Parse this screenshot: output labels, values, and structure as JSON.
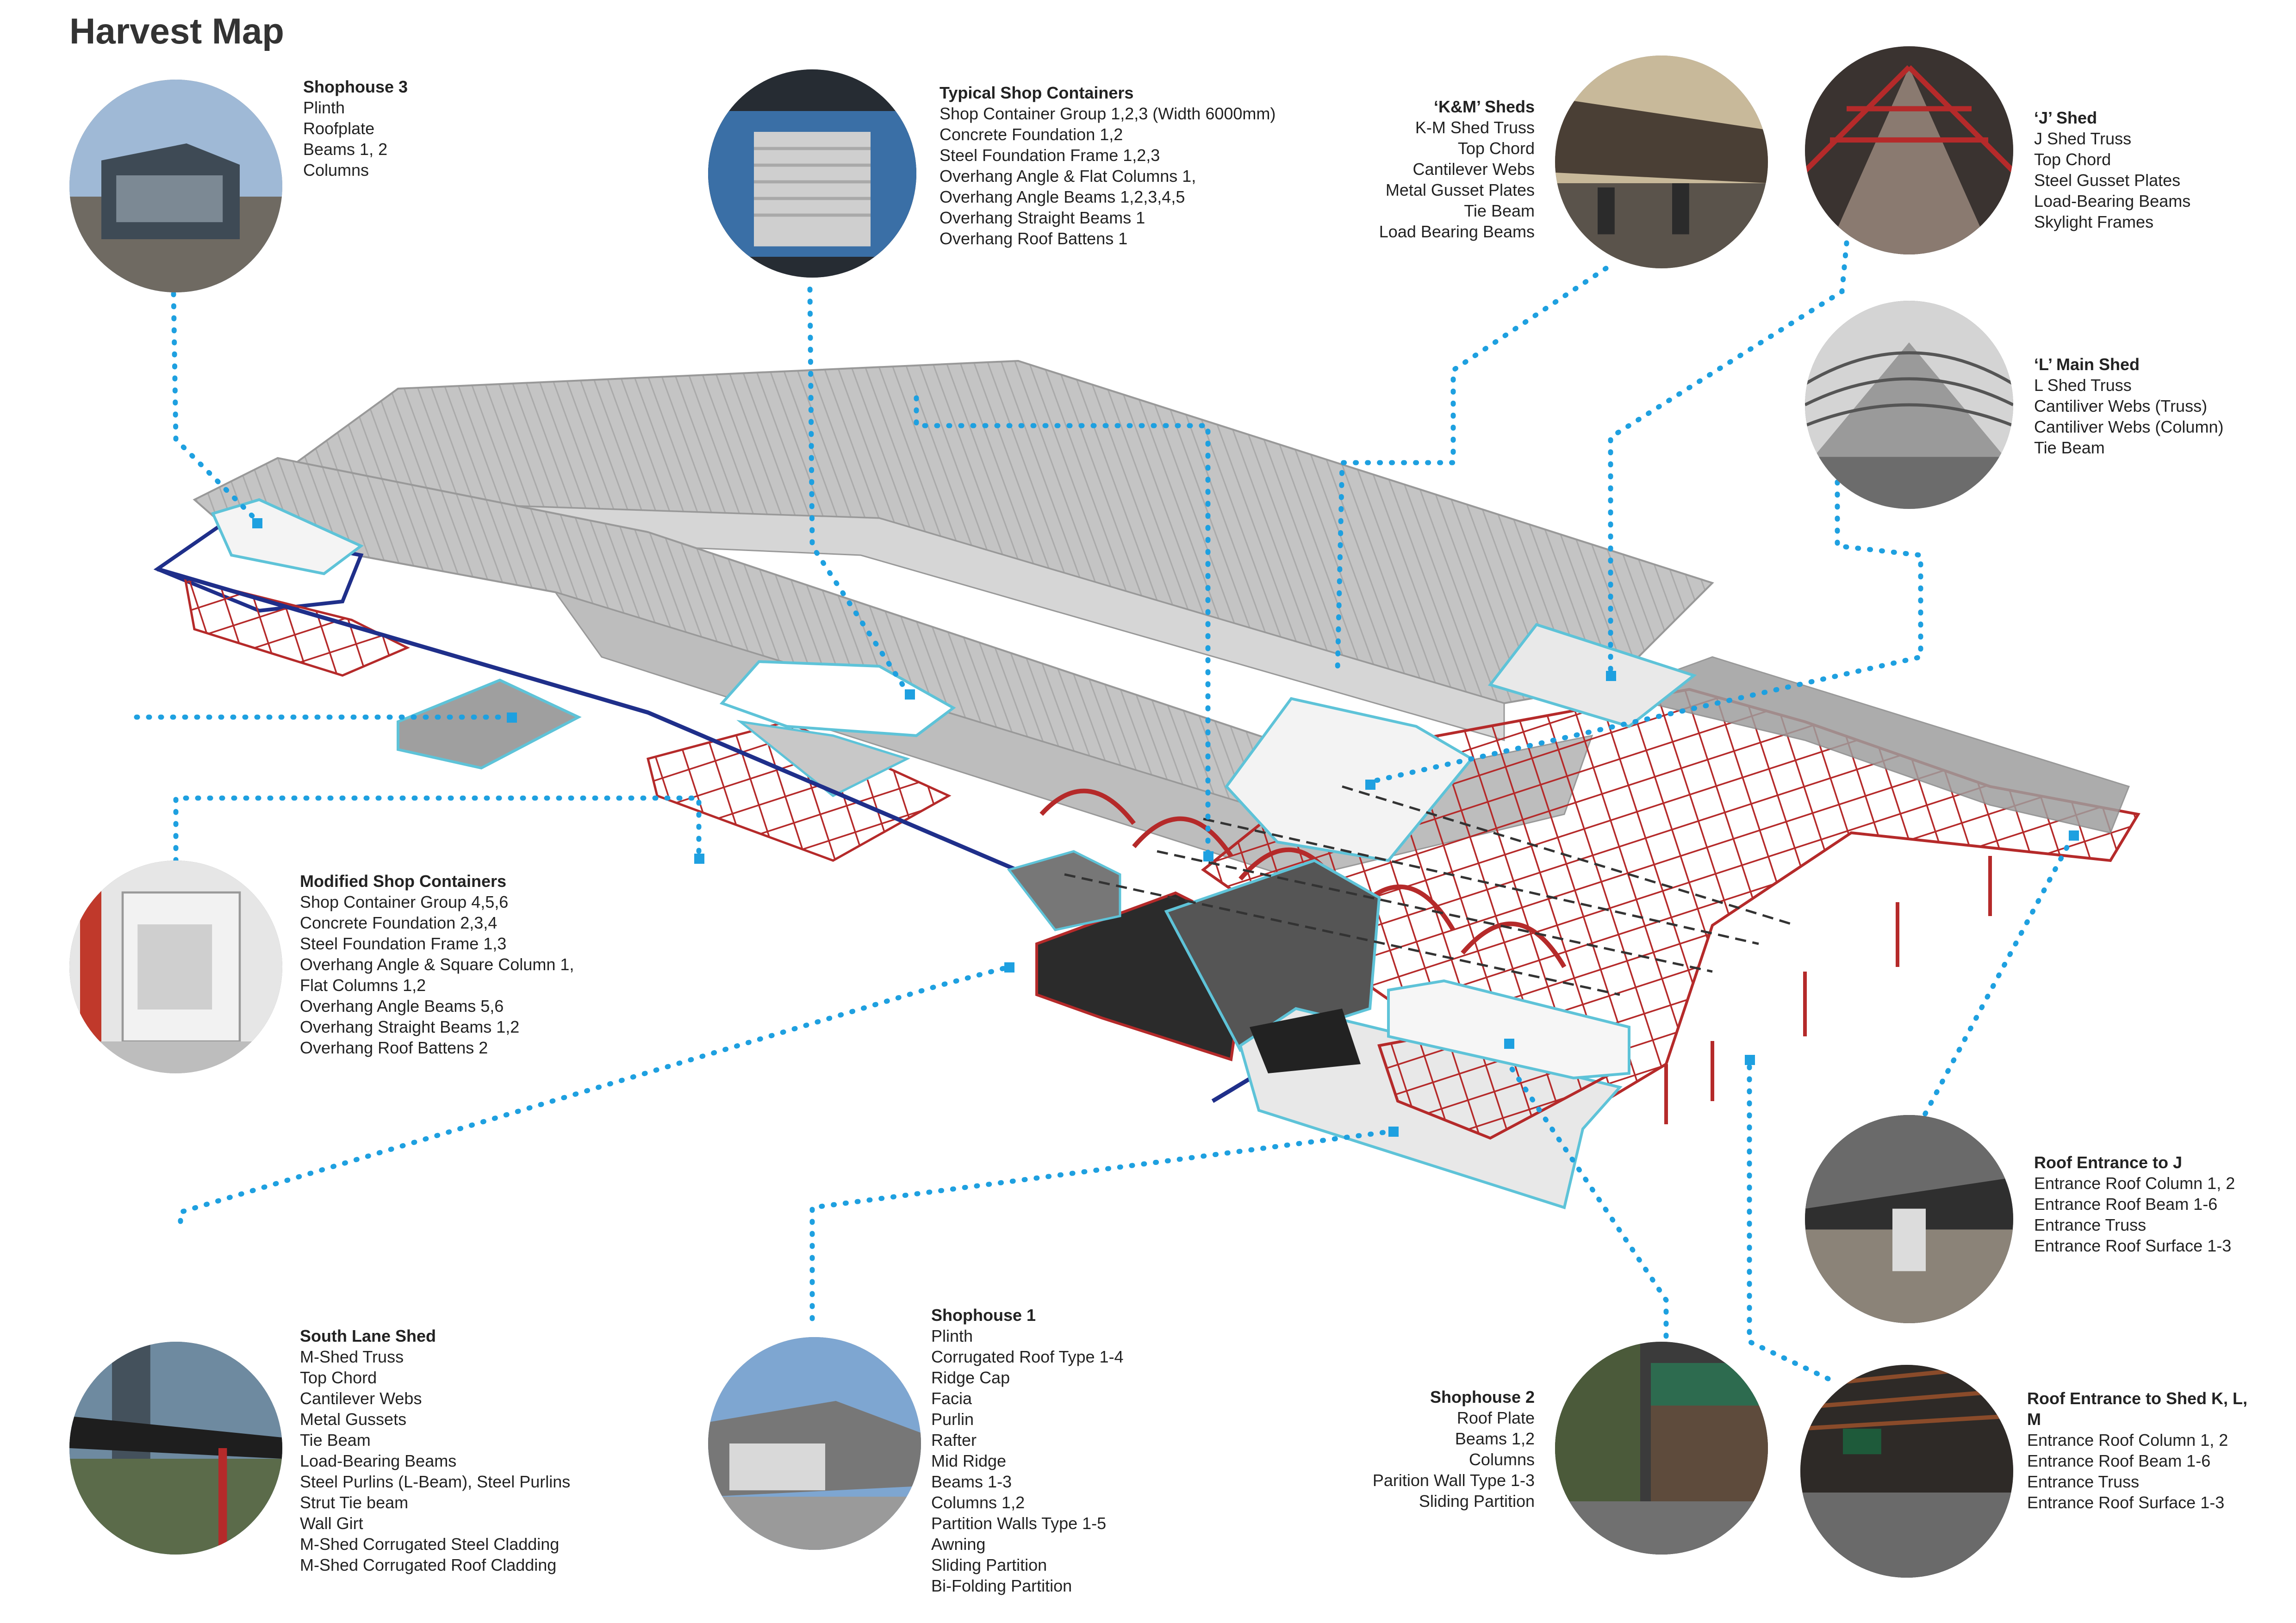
{
  "title": "Harvest Map",
  "colors": {
    "leader": "#1ea0e0",
    "frame_red": "#b52a2a",
    "roof_grey": "#b9b9b9",
    "outline_blue": "#1f2f8a",
    "highlight_cyan": "#5ec3d8"
  },
  "callouts": [
    {
      "heading": "Shophouse 3",
      "items": [
        "Plinth",
        "Roofplate",
        "Beams 1, 2",
        "Columns"
      ]
    },
    {
      "heading": "Typical Shop Containers",
      "items": [
        "Shop Container Group 1,2,3 (Width 6000mm)",
        "Concrete Foundation 1,2",
        "Steel Foundation Frame 1,2,3",
        "Overhang Angle & Flat Columns 1,",
        "Overhang Angle Beams 1,2,3,4,5",
        "Overhang Straight Beams 1",
        "Overhang Roof Battens 1"
      ]
    },
    {
      "heading": "‘K&M’ Sheds",
      "items": [
        "K-M Shed Truss",
        "Top Chord",
        "Cantilever Webs",
        "Metal Gusset Plates",
        "Tie Beam",
        "Load Bearing Beams"
      ]
    },
    {
      "heading": "‘J’ Shed",
      "items": [
        "J Shed Truss",
        "Top Chord",
        "Steel Gusset Plates",
        "Load-Bearing Beams",
        "Skylight Frames"
      ]
    },
    {
      "heading": "‘L’ Main Shed",
      "items": [
        "L Shed Truss",
        "Cantiliver Webs (Truss)",
        "Cantiliver Webs (Column)",
        "Tie Beam"
      ]
    },
    {
      "heading": "Modified Shop Containers",
      "items": [
        "Shop Container Group 4,5,6",
        "Concrete Foundation 2,3,4",
        "Steel Foundation Frame 1,3",
        "Overhang Angle & Square Column 1,",
        "Flat Columns 1,2",
        "Overhang Angle Beams 5,6",
        "Overhang Straight Beams 1,2",
        "Overhang Roof Battens 2"
      ]
    },
    {
      "heading": "Roof Entrance to J",
      "items": [
        "Entrance Roof Column 1, 2",
        "Entrance Roof Beam 1-6",
        "Entrance Truss",
        "Entrance Roof Surface 1-3"
      ]
    },
    {
      "heading": "South Lane Shed",
      "items": [
        "M-Shed Truss",
        "Top Chord",
        "Cantilever Webs",
        "Metal Gussets",
        "Tie Beam",
        "Load-Bearing Beams",
        "Steel Purlins (L-Beam), Steel Purlins",
        "Strut Tie beam",
        "Wall Girt",
        "M-Shed Corrugated Steel Cladding",
        "M-Shed Corrugated Roof Cladding"
      ]
    },
    {
      "heading": "Shophouse 1",
      "items": [
        "Plinth",
        "Corrugated Roof Type 1-4",
        "Ridge Cap",
        "Facia",
        "Purlin",
        "Rafter",
        "Mid Ridge",
        "Beams 1-3",
        "Columns 1,2",
        "Partition Walls Type 1-5",
        "Awning",
        "Sliding Partition",
        "Bi-Folding Partition"
      ]
    },
    {
      "heading": "Shophouse 2",
      "items": [
        "Roof Plate",
        "Beams 1,2",
        "Columns",
        "Parition Wall Type 1-3",
        "Sliding Partition"
      ]
    },
    {
      "heading": "Roof Entrance to Shed K, L, M",
      "items": [
        "Entrance Roof Column 1, 2",
        "Entrance Roof Beam 1-6",
        "Entrance Truss",
        "Entrance Roof Surface 1-3"
      ]
    }
  ]
}
